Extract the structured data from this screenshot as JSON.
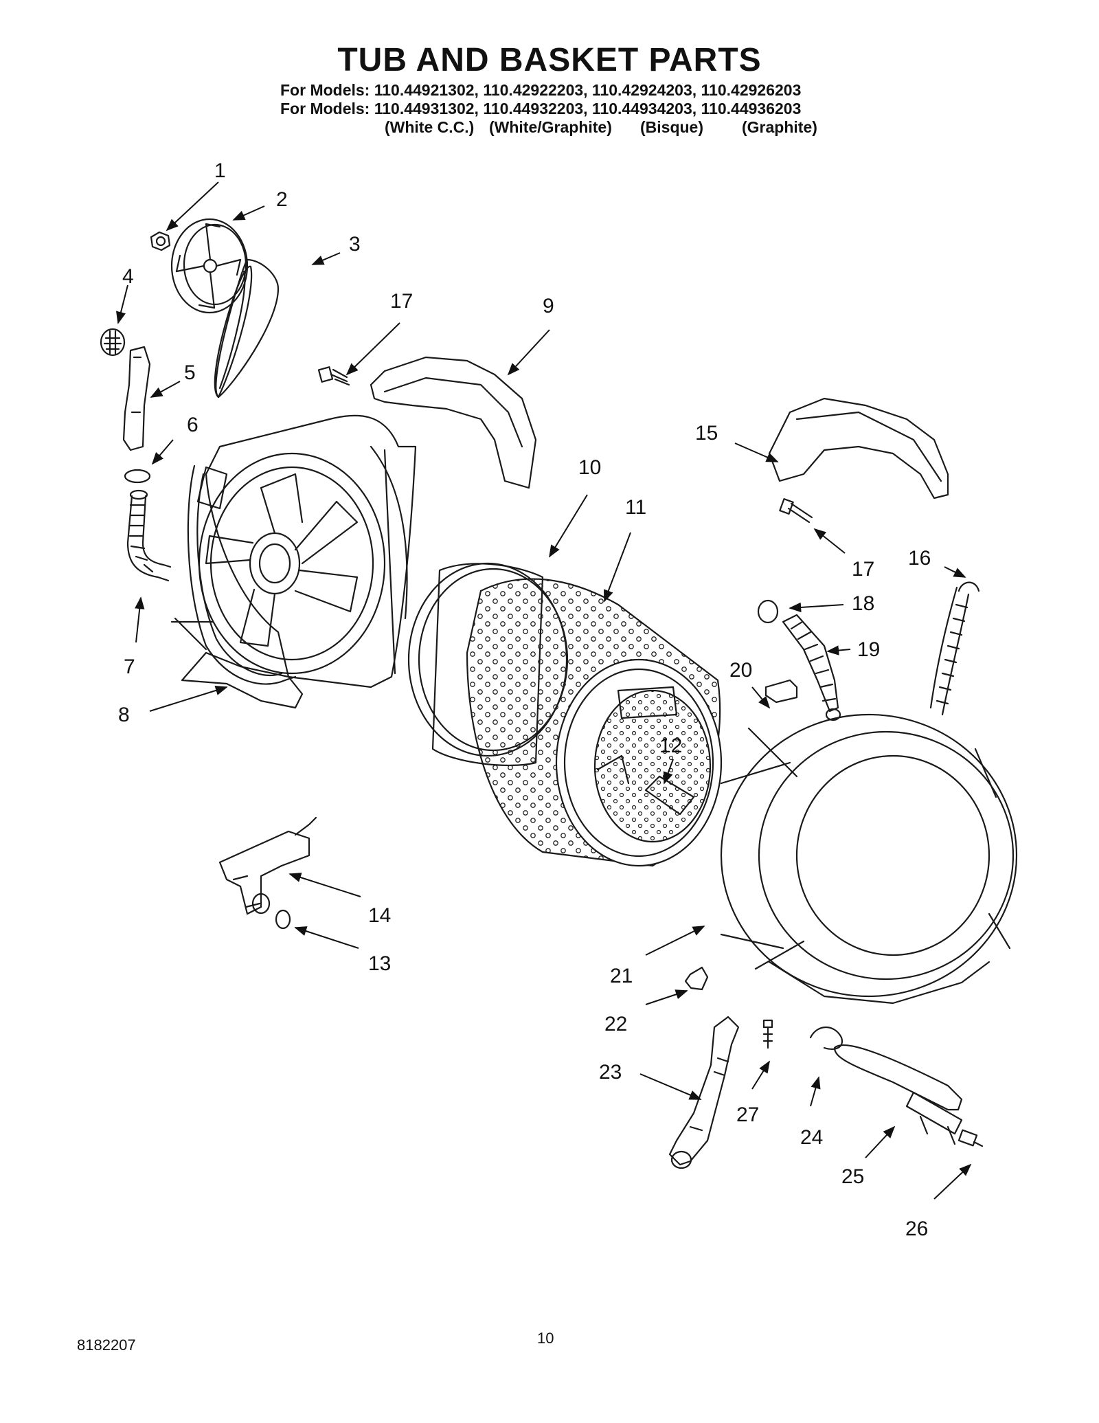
{
  "header": {
    "title": "TUB AND BASKET PARTS",
    "model_lines": [
      "For Models: 110.44921302, 110.42922203, 110.42924203, 110.42926203",
      "For Models: 110.44931302, 110.44932203, 110.44934203, 110.44936203"
    ],
    "color_labels": [
      "(White C.C.)",
      "(White/Graphite)",
      "(Bisque)",
      "(Graphite)"
    ]
  },
  "callouts": {
    "c1": "1",
    "c2": "2",
    "c3": "3",
    "c4": "4",
    "c5": "5",
    "c6": "6",
    "c7": "7",
    "c8": "8",
    "c9": "9",
    "c10": "10",
    "c11": "11",
    "c12": "12",
    "c13": "13",
    "c14": "14",
    "c15": "15",
    "c16": "16",
    "c17a": "17",
    "c17b": "17",
    "c18": "18",
    "c19": "19",
    "c20": "20",
    "c21": "21",
    "c22": "22",
    "c23": "23",
    "c24": "24",
    "c25": "25",
    "c26": "26",
    "c27": "27"
  },
  "footer": {
    "doc_number": "8182207",
    "page_number": "10"
  }
}
